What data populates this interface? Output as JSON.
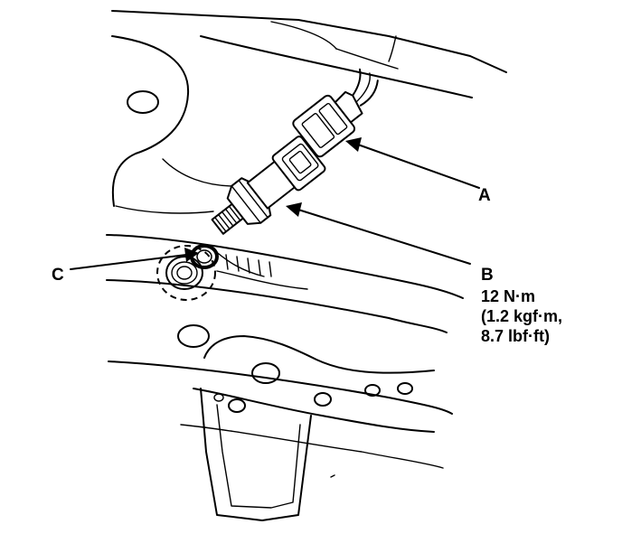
{
  "callouts": {
    "a": {
      "letter": "A"
    },
    "b": {
      "letter": "B",
      "spec_line1": "12 N·m",
      "spec_line2": "(1.2 kgf·m,",
      "spec_line3": "8.7 lbf·ft)"
    },
    "c": {
      "letter": "C"
    }
  }
}
